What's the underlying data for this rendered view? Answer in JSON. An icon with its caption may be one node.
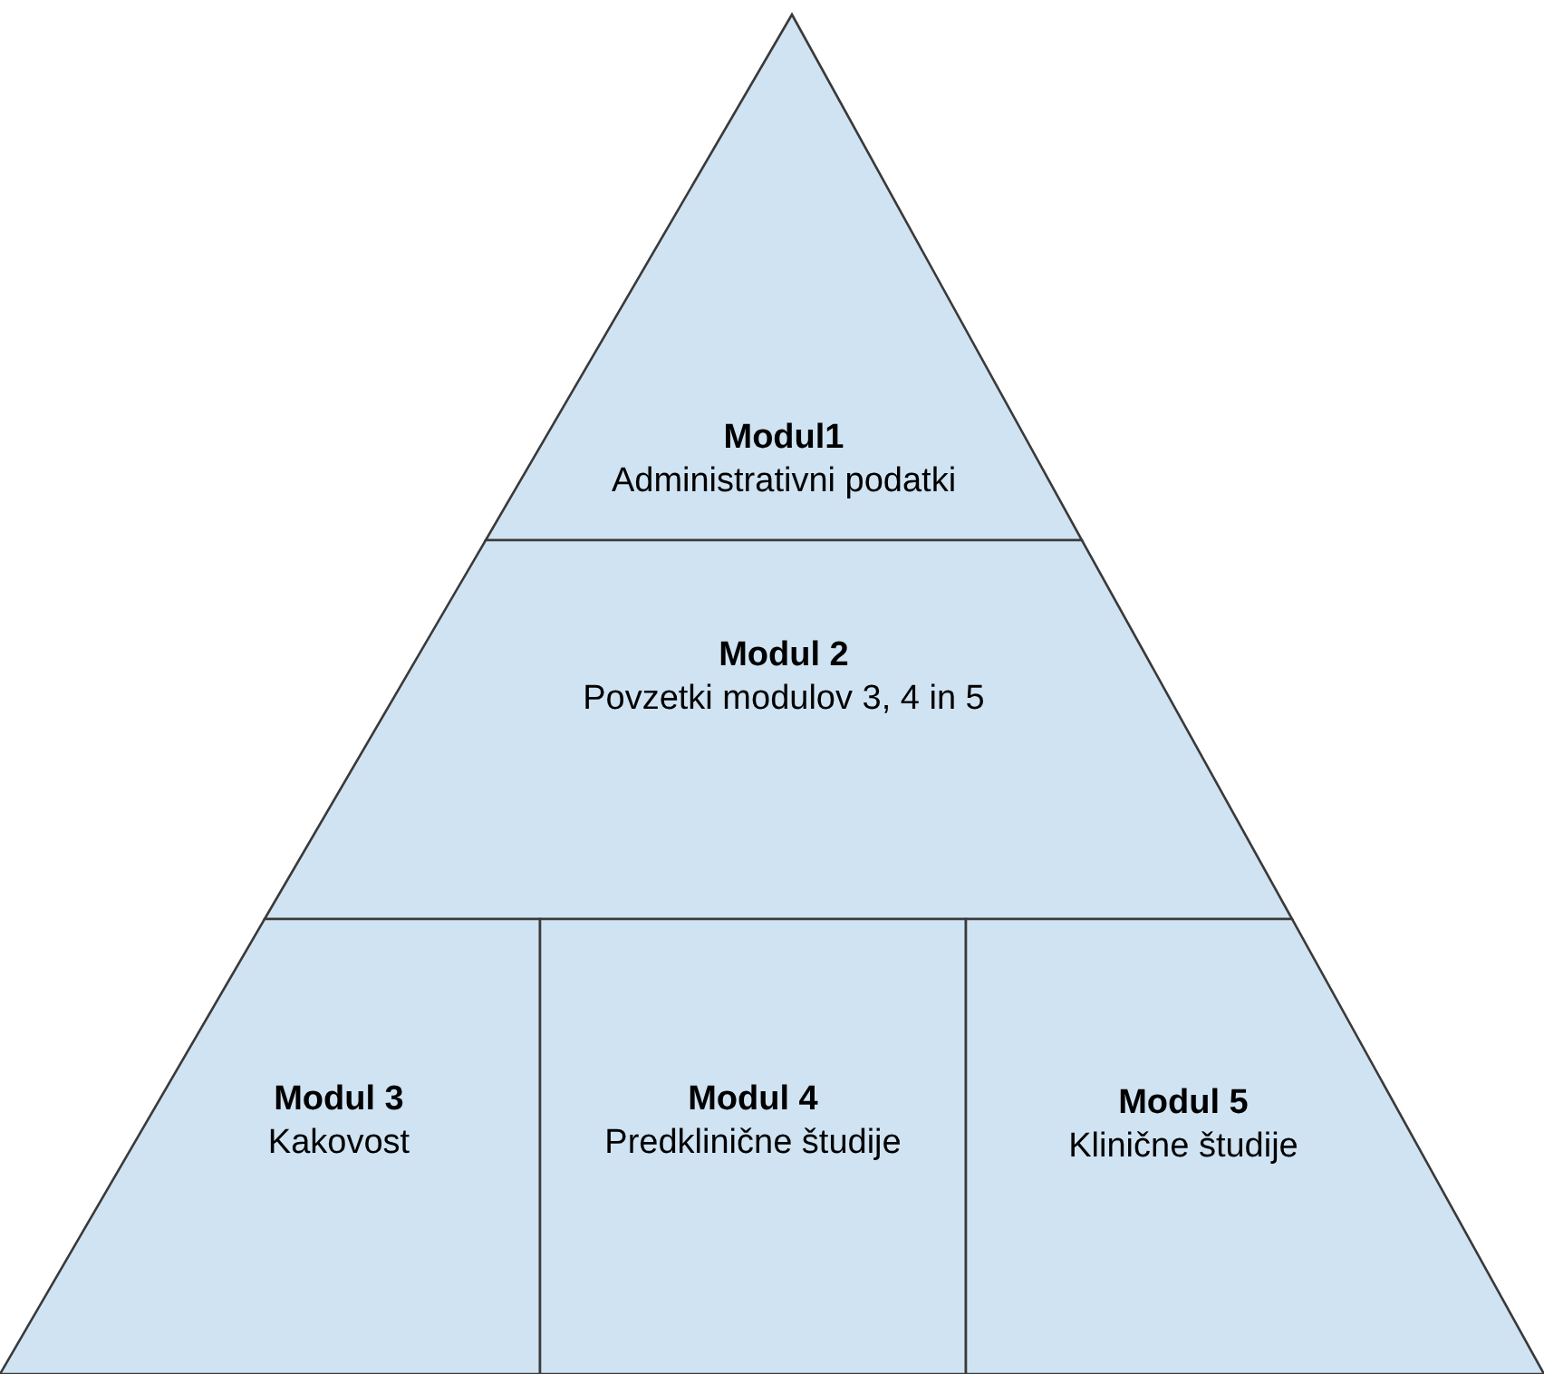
{
  "diagram": {
    "nodes": [
      {
        "text": [
          "Modul1",
          "Administrativni podatki"
        ]
      },
      {
        "text": [
          "Modul 2",
          "Povzetki modulov 3, 4 in 5"
        ]
      },
      {
        "text": [
          "Modul 3",
          "Kakovost"
        ]
      },
      {
        "text": [
          "Modul 4",
          "Predklinične študije"
        ]
      },
      {
        "text": [
          "Modul 5",
          "Klinične študije"
        ]
      }
    ]
  }
}
